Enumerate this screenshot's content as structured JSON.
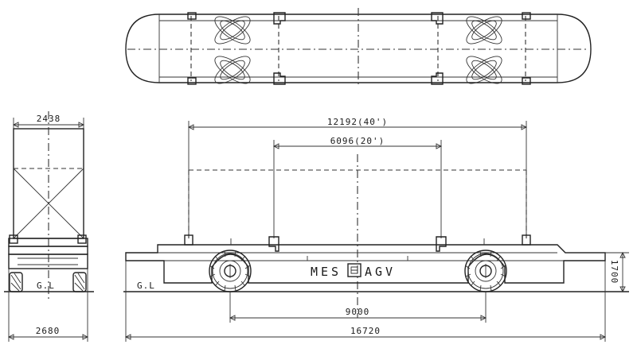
{
  "drawing": {
    "dimensions": {
      "end_width": "2438",
      "end_base": "2680",
      "container_40ft": "12192(40')",
      "container_20ft": "6096(20')",
      "wheelbase": "9000",
      "overall_length": "16720",
      "height": "1700"
    },
    "labels": {
      "ground_side": "G.L",
      "ground_front": "G.L",
      "vehicle_name_left": "MES",
      "vehicle_name_right": "AGV"
    }
  }
}
